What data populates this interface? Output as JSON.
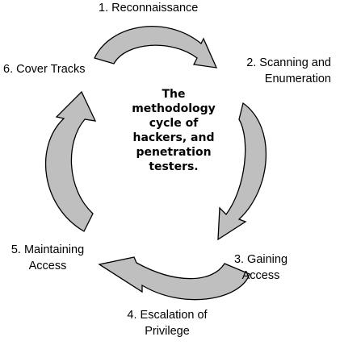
{
  "center_text": [
    "The",
    "methodology",
    "cycle of",
    "hackers, and",
    "penetration",
    "testers."
  ],
  "steps": [
    {
      "lines": [
        "1. Reconnaissance"
      ]
    },
    {
      "lines": [
        "2. Scanning and",
        "Enumeration"
      ]
    },
    {
      "lines": [
        "3. Gaining",
        "Access"
      ]
    },
    {
      "lines": [
        "4. Escalation of",
        "Privilege"
      ]
    },
    {
      "lines": [
        "5. Maintaining",
        "Access"
      ]
    },
    {
      "lines": [
        "6. Cover Tracks"
      ]
    }
  ],
  "colors": {
    "arrow_fill": "#bfbfbf",
    "arrow_stroke": "#000000",
    "text": "#000000",
    "background": "#ffffff"
  },
  "icons": [
    "curved-arrow-icon"
  ]
}
